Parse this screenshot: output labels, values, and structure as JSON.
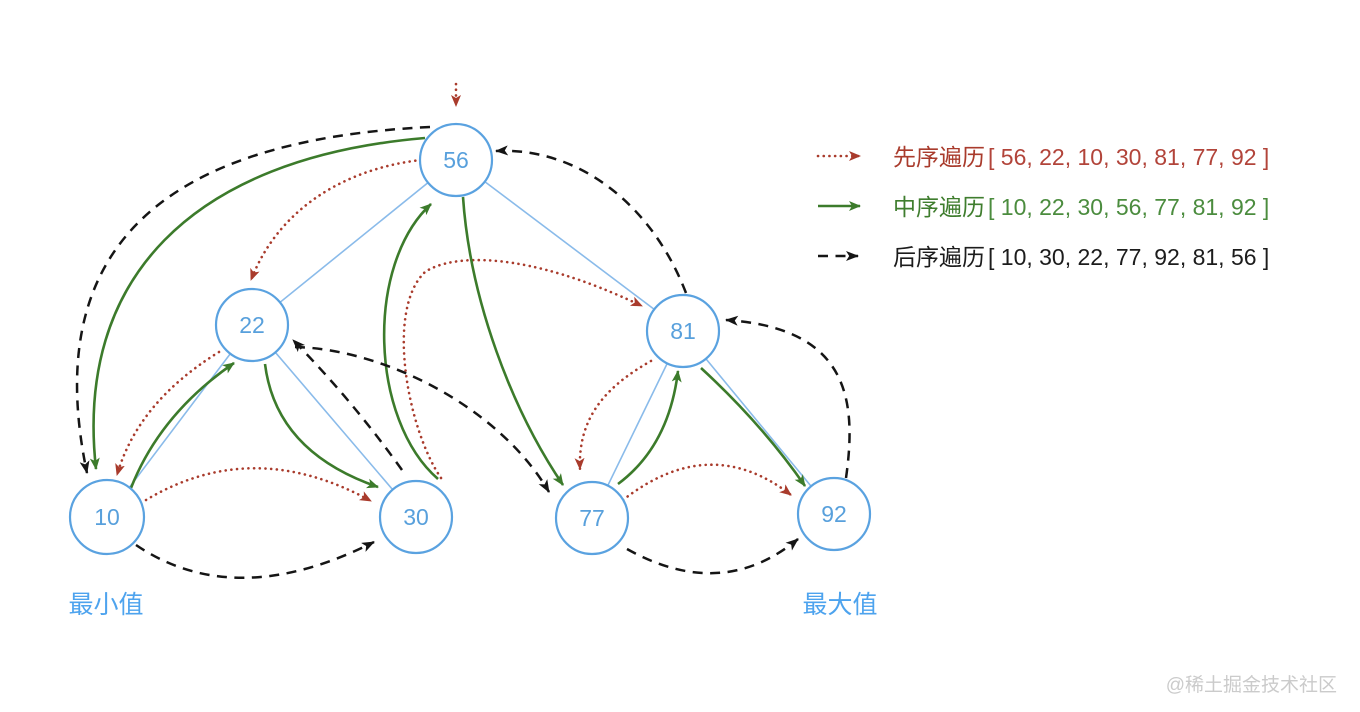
{
  "legend": {
    "items": [
      {
        "id": "preorder",
        "label": "先序遍历",
        "values": "[ 56, 22, 10, 30, 81, 77, 92 ]",
        "line_style": "dotted",
        "color": "#a93b2c"
      },
      {
        "id": "inorder",
        "label": "中序遍历",
        "values": "[ 10, 22, 30, 56, 77, 81, 92 ]",
        "line_style": "solid",
        "color": "#3c7b2b"
      },
      {
        "id": "postorder",
        "label": "后序遍历",
        "values": "[ 10, 30, 22, 77, 92, 81, 56 ]",
        "line_style": "dashed",
        "color": "#151515"
      }
    ]
  },
  "tree": {
    "nodes": [
      {
        "value": "56"
      },
      {
        "value": "22"
      },
      {
        "value": "81"
      },
      {
        "value": "10"
      },
      {
        "value": "30"
      },
      {
        "value": "77"
      },
      {
        "value": "92"
      }
    ],
    "edges": [
      [
        "56",
        "22"
      ],
      [
        "56",
        "81"
      ],
      [
        "22",
        "10"
      ],
      [
        "22",
        "30"
      ],
      [
        "81",
        "77"
      ],
      [
        "81",
        "92"
      ]
    ],
    "traversals": {
      "preorder": [
        "56",
        "22",
        "10",
        "30",
        "81",
        "77",
        "92"
      ],
      "inorder": [
        "10",
        "22",
        "30",
        "56",
        "77",
        "81",
        "92"
      ],
      "postorder": [
        "10",
        "30",
        "22",
        "77",
        "92",
        "81",
        "56"
      ]
    },
    "min_label": "最小值",
    "max_label": "最大值"
  },
  "watermark": "@稀土掘金技术社区",
  "colors": {
    "node_stroke": "#5aa2e0",
    "node_text": "#58a0dc",
    "tree_edge": "#8abbea",
    "preorder": "#a93b2c",
    "inorder": "#3c7b2b",
    "postorder": "#151515",
    "annotation": "#4da3ee",
    "watermark": "#cbcbcb"
  }
}
